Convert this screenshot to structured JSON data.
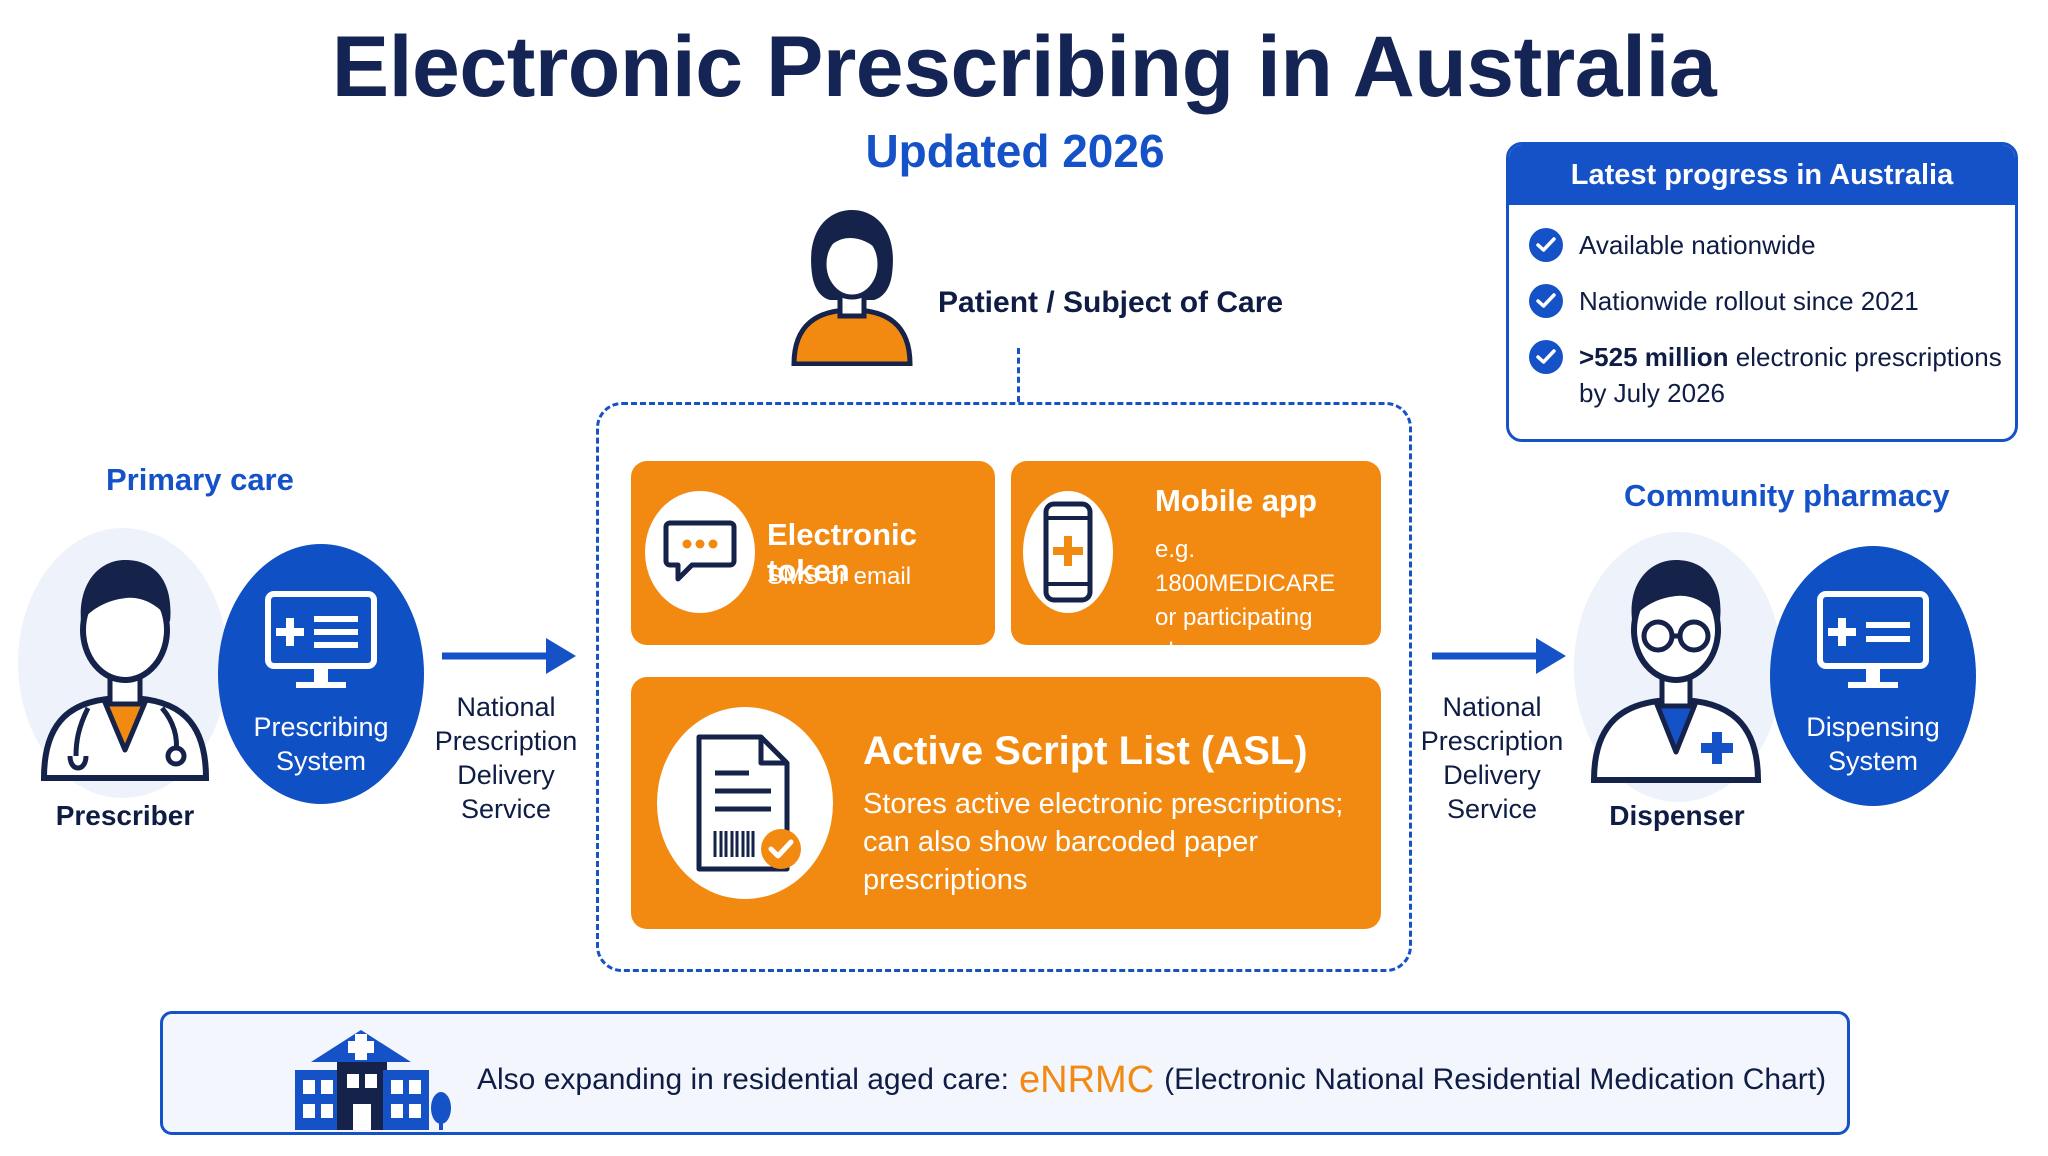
{
  "header": {
    "title": "Electronic Prescribing in Australia",
    "subtitle": "Updated 2026"
  },
  "progress_panel": {
    "heading": "Latest progress in Australia",
    "items": [
      {
        "text": "Available nationwide"
      },
      {
        "text": "Nationwide rollout since 2021"
      },
      {
        "strong": ">525 million",
        "text": " electronic prescriptions",
        "text2": "by July 2026"
      }
    ]
  },
  "patient": {
    "label": "Patient / Subject of Care"
  },
  "left": {
    "section_label": "Primary care",
    "role": "Prescriber",
    "system_line1": "Prescribing",
    "system_line2": "System",
    "npds": [
      "National",
      "Prescription",
      "Delivery",
      "Service"
    ]
  },
  "right": {
    "section_label": "Community pharmacy",
    "role": "Dispenser",
    "system_line1": "Dispensing",
    "system_line2": "System",
    "npds": [
      "National",
      "Prescription",
      "Delivery",
      "Service"
    ]
  },
  "token_card": {
    "title": "Electronic token",
    "text": "SMS or email"
  },
  "app_card": {
    "title": "Mobile app",
    "lines": [
      "e.g. 1800MEDICARE",
      "or participating",
      "pharmacy apps"
    ]
  },
  "asl_card": {
    "title": "Active Script List (ASL)",
    "lines": [
      "Stores active electronic prescriptions;",
      "can also show barcoded paper",
      "prescriptions"
    ]
  },
  "aged_care": {
    "prefix": "Also expanding in residential aged care:",
    "highlight": "eNRMC",
    "suffix": "(Electronic National Residential Medication Chart)"
  },
  "colors": {
    "navy": "#142454",
    "blue": "#1552c8",
    "orange": "#f28a12"
  },
  "icons": [
    "check-icon",
    "patient-icon",
    "doctor-icon",
    "pharmacist-icon",
    "monitor-icon",
    "chat-bubble-icon",
    "phone-icon",
    "document-barcode-icon",
    "aged-care-building-icon",
    "arrow-right-icon"
  ]
}
